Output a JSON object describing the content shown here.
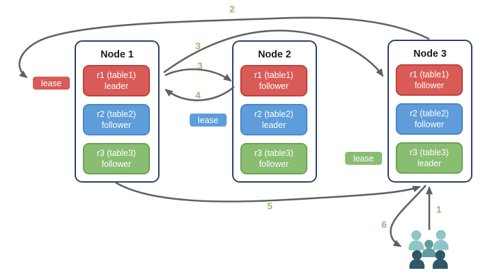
{
  "nodes": [
    {
      "title": "Node 1",
      "replicas": [
        {
          "line1": "r1 (table1)",
          "line2": "leader",
          "color": "red"
        },
        {
          "line1": "r2 (table2)",
          "line2": "follower",
          "color": "blue"
        },
        {
          "line1": "r3 (table3)",
          "line2": "follower",
          "color": "green"
        }
      ]
    },
    {
      "title": "Node 2",
      "replicas": [
        {
          "line1": "r1 (table1)",
          "line2": "follower",
          "color": "red"
        },
        {
          "line1": "r2 (table2)",
          "line2": "leader",
          "color": "blue"
        },
        {
          "line1": "r3 (table3)",
          "line2": "follower",
          "color": "green"
        }
      ]
    },
    {
      "title": "Node 3",
      "replicas": [
        {
          "line1": "r1 (table1)",
          "line2": "follower",
          "color": "red"
        },
        {
          "line1": "r2 (table2)",
          "line2": "follower",
          "color": "blue"
        },
        {
          "line1": "r3 (table3)",
          "line2": "leader",
          "color": "green"
        }
      ]
    }
  ],
  "leases": [
    {
      "label": "lease",
      "color": "red"
    },
    {
      "label": "lease",
      "color": "blue"
    },
    {
      "label": "lease",
      "color": "green"
    }
  ],
  "steps": [
    {
      "label": "1"
    },
    {
      "label": "2"
    },
    {
      "label": "3"
    },
    {
      "label": "3"
    },
    {
      "label": "4"
    },
    {
      "label": "5"
    },
    {
      "label": "6"
    }
  ],
  "icons": {
    "users_group": "users-group-icon"
  },
  "colors": {
    "red_fill": "#d95b57",
    "red_border": "#c2403c",
    "blue_fill": "#5e9dda",
    "blue_border": "#4887c7",
    "green_fill": "#89bd71",
    "green_border": "#6ea355",
    "node_border": "#27416b",
    "arrow": "#616161",
    "step_label": "#8cbd72",
    "users_light": "#8ec5c5",
    "users_mid": "#5f9ba1",
    "users_dark": "#2e5866"
  }
}
